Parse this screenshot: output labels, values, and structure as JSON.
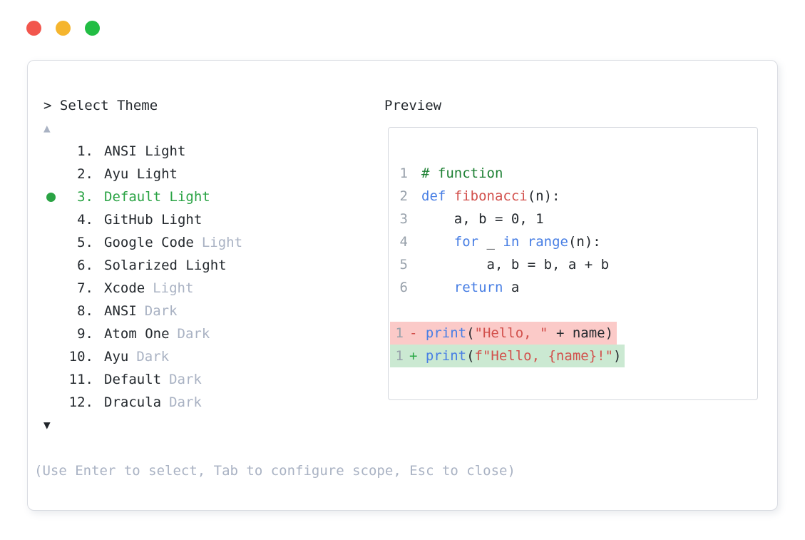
{
  "window": {
    "traffic_lights": [
      {
        "name": "close",
        "color": "#f2564d"
      },
      {
        "name": "minimize",
        "color": "#f5b52e"
      },
      {
        "name": "zoom",
        "color": "#22bd44"
      }
    ]
  },
  "selector": {
    "prompt": "> Select Theme",
    "up_arrow": "▲",
    "down_arrow": "▼",
    "items": [
      {
        "num": "1.",
        "label": "ANSI Light",
        "suffix": "",
        "selected": false
      },
      {
        "num": "2.",
        "label": "Ayu Light",
        "suffix": "",
        "selected": false
      },
      {
        "num": "3.",
        "label": "Default Light",
        "suffix": "",
        "selected": true
      },
      {
        "num": "4.",
        "label": "GitHub Light",
        "suffix": "",
        "selected": false
      },
      {
        "num": "5.",
        "label": "Google Code",
        "suffix": "Light",
        "selected": false
      },
      {
        "num": "6.",
        "label": "Solarized Light",
        "suffix": "",
        "selected": false
      },
      {
        "num": "7.",
        "label": "Xcode",
        "suffix": "Light",
        "selected": false
      },
      {
        "num": "8.",
        "label": "ANSI",
        "suffix": "Dark",
        "selected": false
      },
      {
        "num": "9.",
        "label": "Atom One",
        "suffix": "Dark",
        "selected": false
      },
      {
        "num": "10.",
        "label": "Ayu",
        "suffix": "Dark",
        "selected": false
      },
      {
        "num": "11.",
        "label": "Default",
        "suffix": "Dark",
        "selected": false
      },
      {
        "num": "12.",
        "label": "Dracula",
        "suffix": "Dark",
        "selected": false
      }
    ],
    "hint": "(Use Enter to select, Tab to configure scope, Esc to close)"
  },
  "preview": {
    "title": "Preview",
    "code_lines": [
      {
        "ln": "1",
        "diff": "",
        "tokens": [
          {
            "t": "# function",
            "c": "comment"
          }
        ]
      },
      {
        "ln": "2",
        "diff": "",
        "tokens": [
          {
            "t": "def",
            "c": "kw"
          },
          {
            "t": " ",
            "c": "plain"
          },
          {
            "t": "fibonacci",
            "c": "fn"
          },
          {
            "t": "(n):",
            "c": "plain"
          }
        ]
      },
      {
        "ln": "3",
        "diff": "",
        "tokens": [
          {
            "t": "    a, b = 0, 1",
            "c": "plain"
          }
        ]
      },
      {
        "ln": "4",
        "diff": "",
        "tokens": [
          {
            "t": "    ",
            "c": "plain"
          },
          {
            "t": "for",
            "c": "kw"
          },
          {
            "t": " _ ",
            "c": "plain"
          },
          {
            "t": "in",
            "c": "kw"
          },
          {
            "t": " ",
            "c": "plain"
          },
          {
            "t": "range",
            "c": "kw"
          },
          {
            "t": "(n):",
            "c": "plain"
          }
        ]
      },
      {
        "ln": "5",
        "diff": "",
        "tokens": [
          {
            "t": "        a, b = b, a + b",
            "c": "plain"
          }
        ]
      },
      {
        "ln": "6",
        "diff": "",
        "tokens": [
          {
            "t": "    ",
            "c": "plain"
          },
          {
            "t": "return",
            "c": "kw"
          },
          {
            "t": " a",
            "c": "plain"
          }
        ]
      },
      {
        "ln": "",
        "diff": "",
        "tokens": []
      },
      {
        "ln": "1",
        "diff": "removed",
        "tokens": [
          {
            "t": "- ",
            "c": "sign-removed"
          },
          {
            "t": "print",
            "c": "kw"
          },
          {
            "t": "(",
            "c": "plain"
          },
          {
            "t": "\"Hello, \"",
            "c": "str"
          },
          {
            "t": " + name)",
            "c": "plain"
          }
        ]
      },
      {
        "ln": "1",
        "diff": "added",
        "tokens": [
          {
            "t": "+ ",
            "c": "sign-added"
          },
          {
            "t": "print",
            "c": "kw"
          },
          {
            "t": "(",
            "c": "plain"
          },
          {
            "t": "f\"Hello, {name}!\"",
            "c": "str"
          },
          {
            "t": ")",
            "c": "plain"
          }
        ]
      }
    ]
  },
  "colors": {
    "text_dark": "#24292e",
    "muted_gray": "#a9b2c3",
    "line_number_gray": "#98a1ab",
    "accent_green": "#2aa344",
    "comment_green": "#1d8033",
    "keyword_blue": "#477ee4",
    "function_red": "#d2504c",
    "string_red": "#d2504c",
    "diff_added_sign_green": "#28a745",
    "diff_removed_bg": "#fbcac8",
    "diff_added_bg": "#cbe9d2",
    "panel_border": "#d9dce2"
  }
}
